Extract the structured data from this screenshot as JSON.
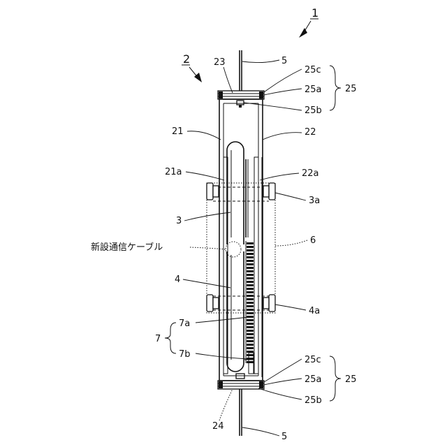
{
  "labels": {
    "assembly": "1",
    "unit": "2",
    "wire_top": "5",
    "wire_bottom": "5",
    "head_top": "23",
    "head_bottom": "24",
    "cap_c_top": "25c",
    "cap_a_top": "25a",
    "cap_b_top": "25b",
    "cap_group_top": "25",
    "cap_c_bottom": "25c",
    "cap_a_bottom": "25a",
    "cap_b_bottom": "25b",
    "cap_group_bottom": "25",
    "left_plate": "21",
    "right_plate": "22",
    "left_plate_a": "21a",
    "right_plate_a": "22a",
    "roller_upper_knob": "3a",
    "roller_upper": "3",
    "new_cable": "新設通信ケーブル",
    "existing_body": "6",
    "roller_lower": "4",
    "roller_lower_knob": "4a",
    "brace_group": "7",
    "brace_a": "7a",
    "brace_b": "7b"
  },
  "colors": {
    "ink": "#111111",
    "paper": "#ffffff"
  }
}
